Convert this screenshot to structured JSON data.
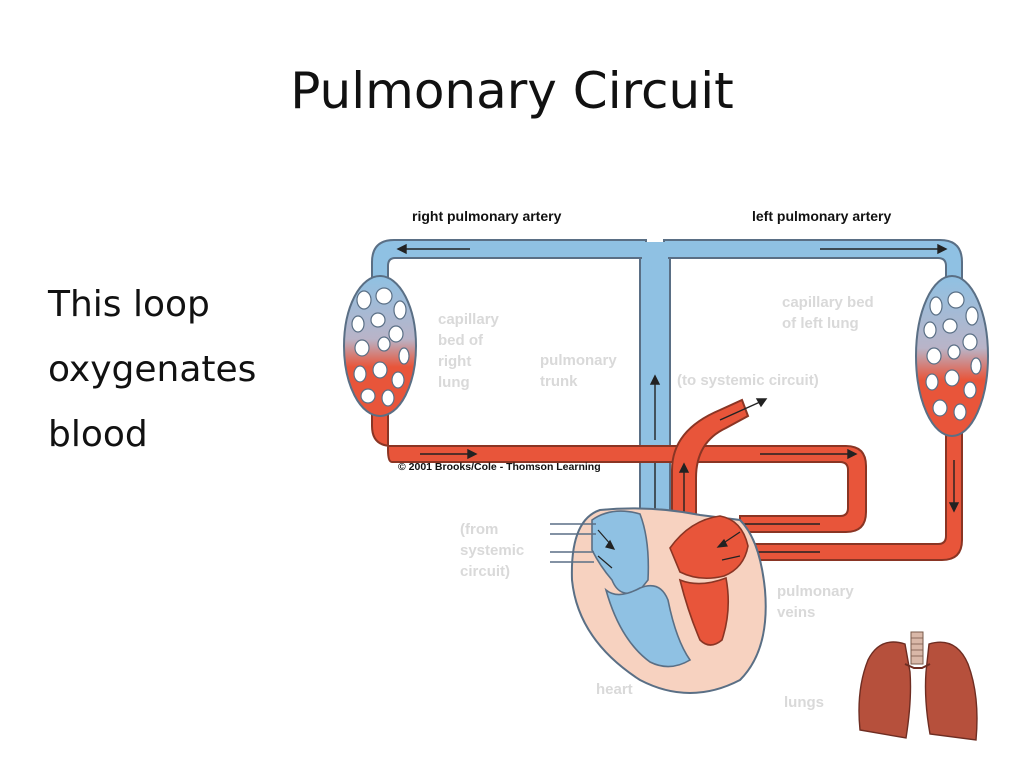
{
  "slide": {
    "title": "Pulmonary Circuit",
    "body_lines": [
      "This loop",
      "oxygenates",
      "blood"
    ]
  },
  "diagram": {
    "labels": {
      "right_pulmonary_artery": "right pulmonary artery",
      "left_pulmonary_artery": "left pulmonary artery",
      "capillary_bed_right_lung": [
        "capillary",
        "bed of",
        "right",
        "lung"
      ],
      "capillary_bed_left_lung": [
        "capillary bed",
        "of left lung"
      ],
      "pulmonary_trunk": [
        "pulmonary",
        "trunk"
      ],
      "to_systemic_circuit": "(to systemic circuit)",
      "from_systemic_circuit": [
        "(from",
        "systemic",
        "circuit)"
      ],
      "pulmonary_veins": [
        "pulmonary",
        "veins"
      ],
      "heart": "heart",
      "lungs": "lungs",
      "copyright": "© 2001 Brooks/Cole - Thomson Learning"
    },
    "colors": {
      "deoxygenated": "#8fc1e3",
      "oxygenated": "#e8553a",
      "vessel_outline": "#5a6f85",
      "heart_wall": "#f7d2c0",
      "lung": "#b6503c"
    }
  }
}
